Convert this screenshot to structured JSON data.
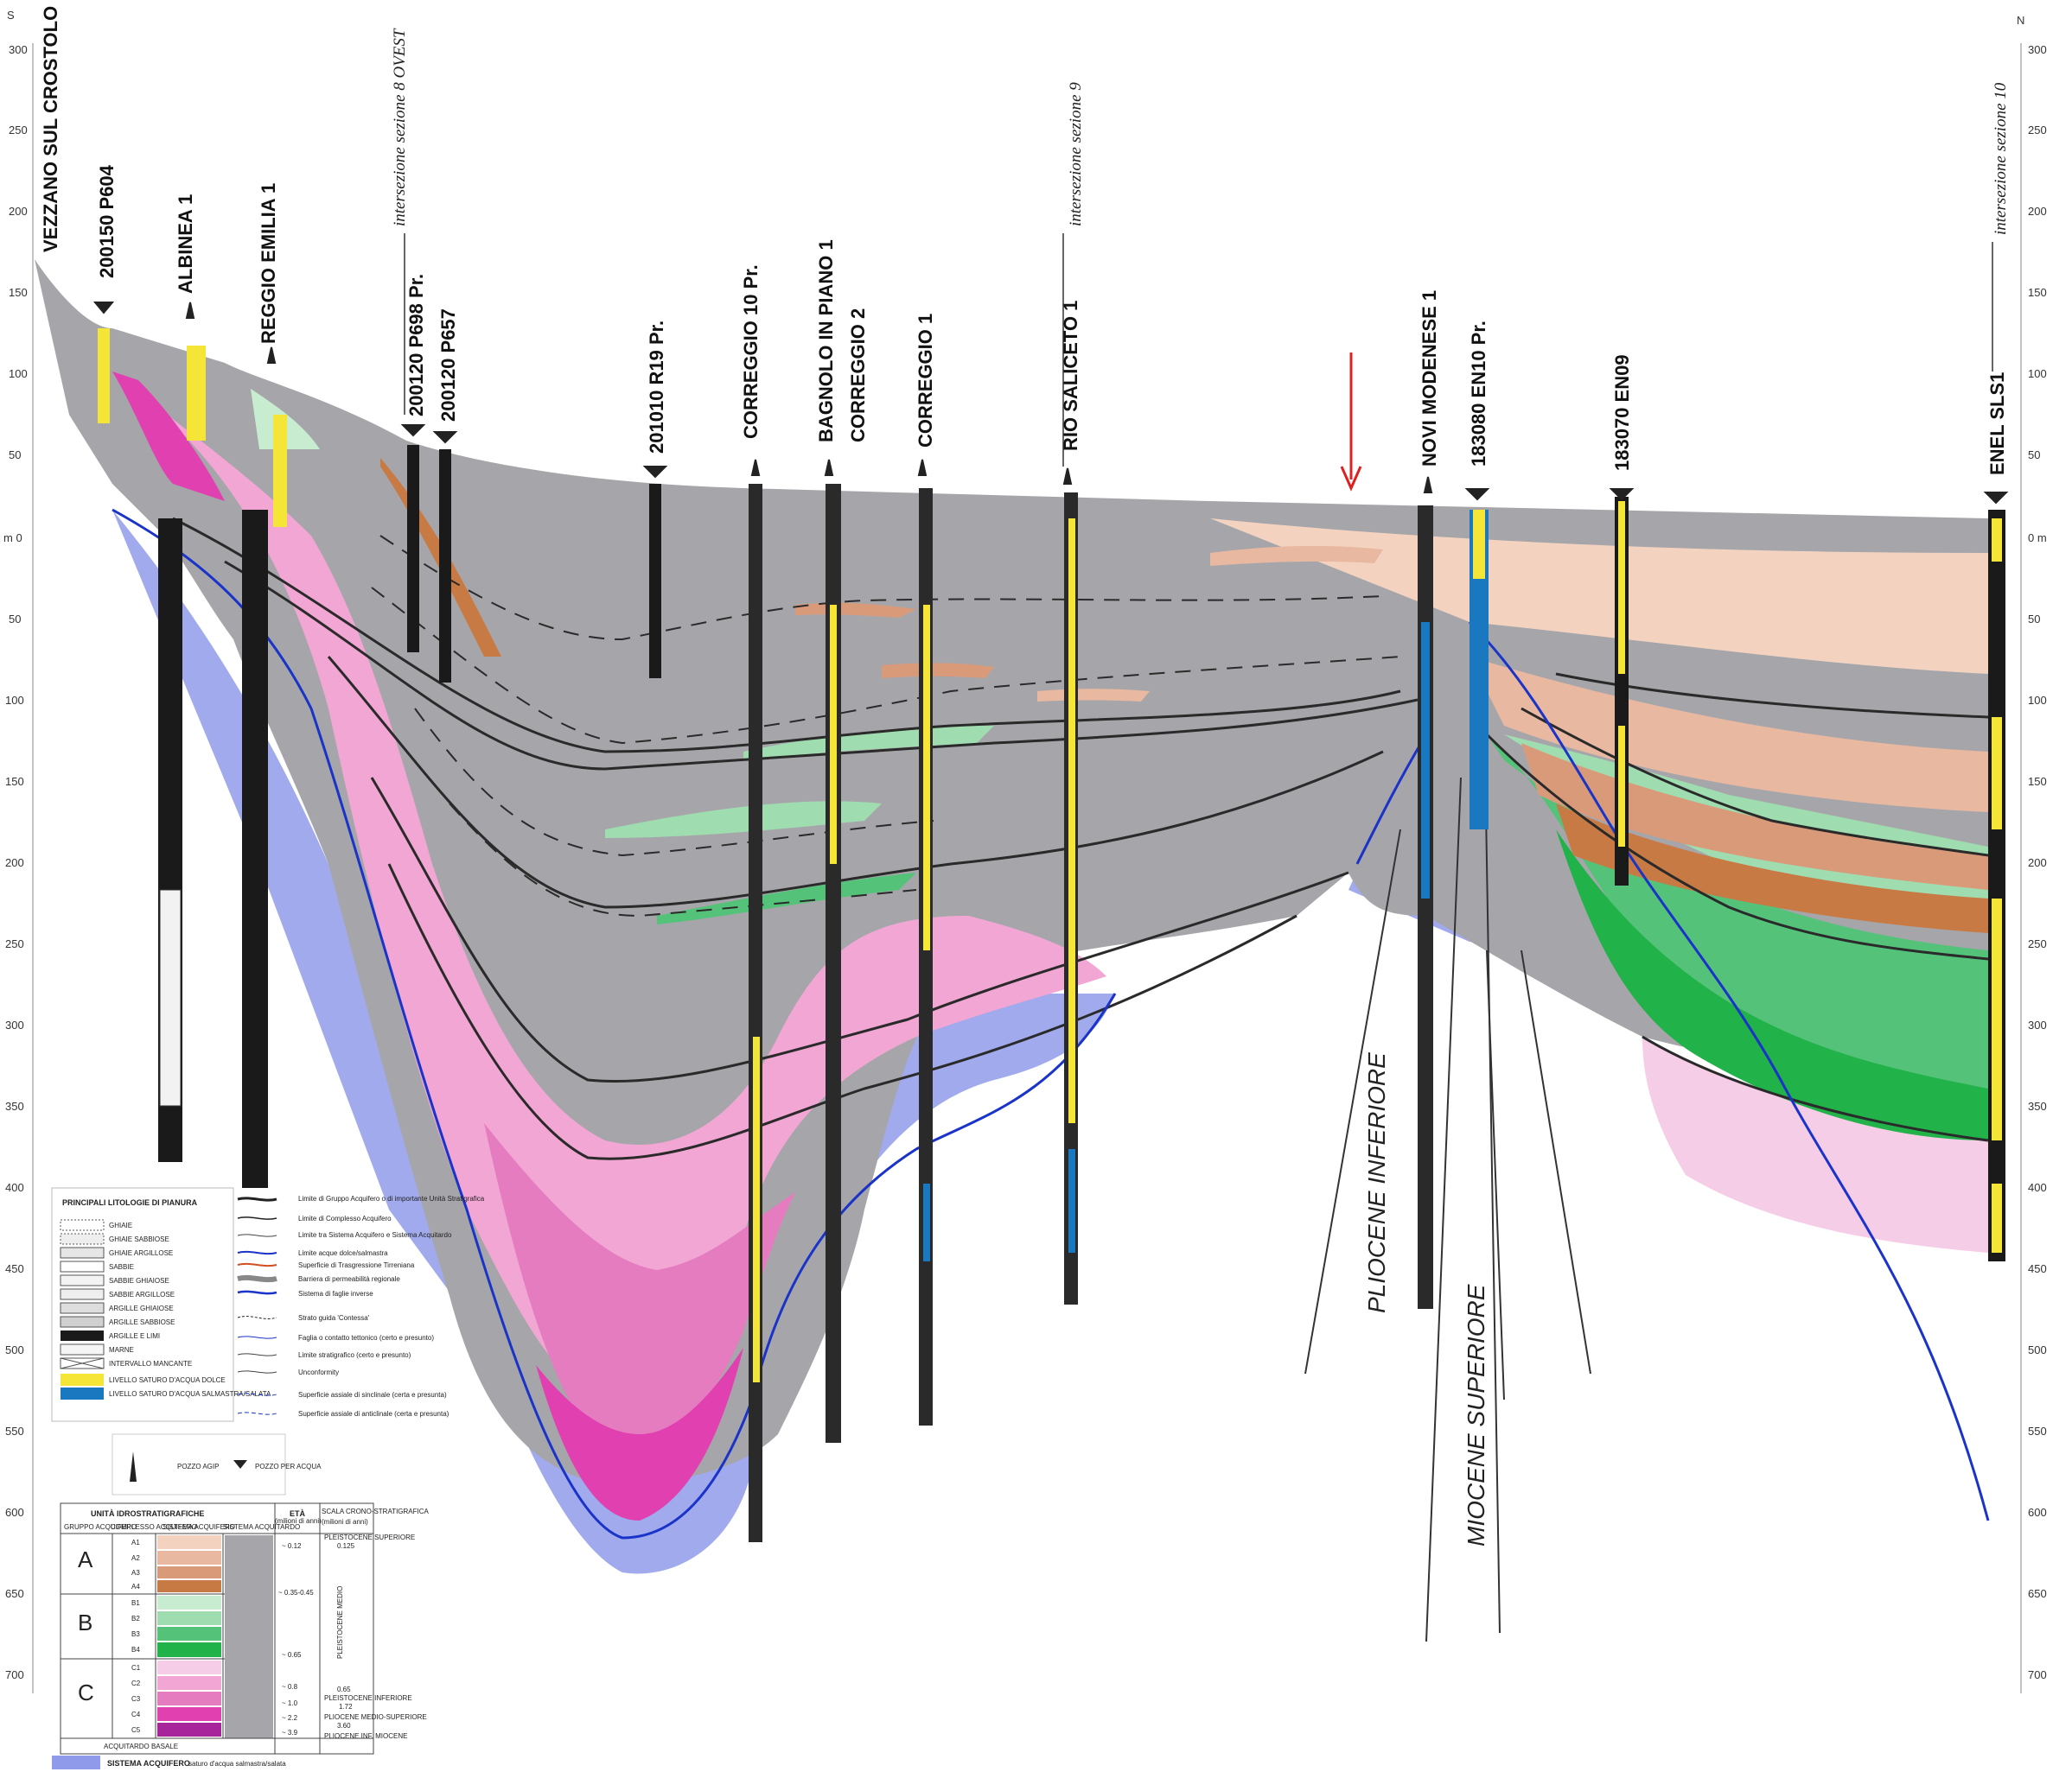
{
  "compass": {
    "left": "S",
    "right": "N"
  },
  "depth_axis": {
    "ticks": [
      "300",
      "250",
      "200",
      "150",
      "100",
      "50",
      "m 0",
      "50",
      "100",
      "150",
      "200",
      "250",
      "300",
      "350",
      "400",
      "450",
      "500",
      "550",
      "600",
      "650",
      "700"
    ],
    "right_ticks": [
      "300",
      "250",
      "200",
      "150",
      "100",
      "50",
      "0 m",
      "50",
      "100",
      "150",
      "200",
      "250",
      "300",
      "350",
      "400",
      "450",
      "500",
      "550",
      "600",
      "650",
      "700"
    ]
  },
  "wells": [
    "VEZZANO SUL CROSTOLO",
    "200150 P604",
    "ALBINEA 1",
    "REGGIO EMILIA 1",
    "200120 P698 Pr.",
    "200120 P657",
    "201010 R19 Pr.",
    "CORREGGIO 10 Pr.",
    "BAGNOLO IN PIANO 1",
    "CORREGGIO 2",
    "CORREGGIO 1",
    "RIO SALICETO 1",
    "NOVI MODENESE 1",
    "183080 EN10 Pr.",
    "183070 EN09",
    "ENEL SLS1"
  ],
  "section_intersections": [
    "intersezione sezione 8 OVEST",
    "intersezione sezione 9",
    "intersezione sezione 10"
  ],
  "formations": {
    "pliocene": "PLIOCENE INFERIORE",
    "miocene": "MIOCENE SUPERIORE"
  },
  "legend_lithology": {
    "title": "PRINCIPALI LITOLOGIE DI PIANURA",
    "items": [
      "GHIAIE",
      "GHIAIE SABBIOSE",
      "GHIAIE ARGILLOSE",
      "SABBIE",
      "SABBIE GHIAIOSE",
      "SABBIE ARGILLOSE",
      "ARGILLE GHIAIOSE",
      "ARGILLE SABBIOSE",
      "ARGILLE E LIMI",
      "MARNE",
      "INTERVALLO MANCANTE",
      "LIVELLO SATURO D'ACQUA DOLCE",
      "LIVELLO SATURO D'ACQUA SALMASTRA/SALATA"
    ]
  },
  "legend_lines": {
    "items": [
      "Limite di Gruppo Acquifero o di importante Unità Stratigrafica",
      "Limite di Complesso Acquifero",
      "Limite tra Sistema Acquifero e Sistema Acquitardo",
      "Limite acque dolce/salmastra",
      "Superficie di Trasgressione Tirreniana",
      "Barriera di permeabilità regionale",
      "Sistema di faglie inverse",
      "Strato guida 'Contessa'",
      "Faglia o contatto tettonico (certo e presunto)",
      "Limite stratigrafico (certo e presunto)",
      "Unconformity",
      "Superficie assiale di sinclinale (certa e presunta)",
      "Superficie assiale di anticlinale (certa e presunta)"
    ]
  },
  "legend_wells": {
    "agip": "POZZO AGIP",
    "water": "POZZO PER ACQUA"
  },
  "units_table": {
    "title": "UNITÀ IDROSTRATIGRAFICHE",
    "col_gruppo": "GRUPPO ACQUIFERO",
    "col_complesso": "COMPLESSO ACQUIFERO",
    "col_sistema_acq": "SISTEMA ACQUIFERO",
    "col_sistema_tard": "SISTEMA ACQUITARDO",
    "col_eta": "ETÀ",
    "col_eta_sub": "(milioni di anni)",
    "col_scala": "SCALA CRONO-STRATIGRAFICA",
    "col_scala_sub": "(milioni di anni)",
    "groups": [
      "A",
      "B",
      "C"
    ],
    "rows": [
      {
        "label": "A1",
        "color": "#f3d3c0"
      },
      {
        "label": "A2",
        "color": "#e8b8a0"
      },
      {
        "label": "A3",
        "color": "#d99a7a"
      },
      {
        "label": "A4",
        "color": "#c87a45"
      },
      {
        "label": "B1",
        "color": "#c8ecd0"
      },
      {
        "label": "B2",
        "color": "#9fdcaf"
      },
      {
        "label": "B3",
        "color": "#55c27a"
      },
      {
        "label": "B4",
        "color": "#22b24a"
      },
      {
        "label": "C1",
        "color": "#f6cde6"
      },
      {
        "label": "C2",
        "color": "#f2a6d4"
      },
      {
        "label": "C3",
        "color": "#e67cc0"
      },
      {
        "label": "C4",
        "color": "#e040b0"
      },
      {
        "label": "C5",
        "color": "#a8249a"
      }
    ],
    "ages": [
      "~ 0.12",
      "~ 0.35-0.45",
      "~ 0.65",
      "~ 0.8",
      "~ 1.0",
      "~ 2.2",
      "~ 3.9"
    ],
    "stages": [
      "PLEISTOCENE SUPERIORE",
      "0.125",
      "PLEISTOCENE MEDIO",
      "0.65",
      "PLEISTOCENE INFERIORE",
      "1.72",
      "PLIOCENE MEDIO-SUPERIORE",
      "3.60",
      "PLIOCENE INF. MIOCENE"
    ],
    "basal": "ACQUITARDO BASALE",
    "saline": "SISTEMA ACQUIFERO",
    "saline_note": "saturo d'acqua salmastra/salata"
  },
  "colors": {
    "gray": "#a6a6aa",
    "salt": "#8f9bea",
    "marker_arrow": "#e02020"
  }
}
